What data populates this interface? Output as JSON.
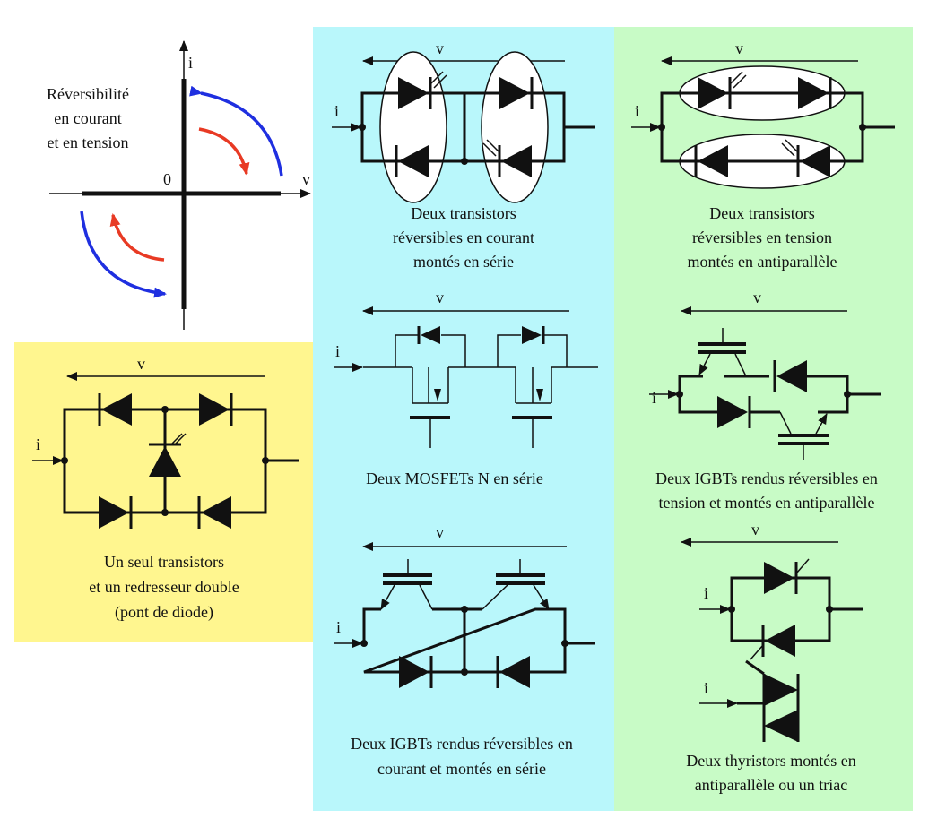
{
  "colors": {
    "yellow_panel": "#fff68f",
    "cyan_panel": "#b9f7fb",
    "green_panel": "#c8fbc6",
    "red_arrow": "#e83a24",
    "blue_arrow": "#1f2fe0"
  },
  "quadrant": {
    "caption": [
      "Réversibilité",
      "en courant",
      "et en tension"
    ],
    "axis_i": "i",
    "axis_v": "v",
    "origin": "0"
  },
  "labels": {
    "v": "v",
    "i": "i"
  },
  "circuits": {
    "bridge": {
      "caption": [
        "Un seul transistors",
        "et un redresseur double",
        "(pont de diode)"
      ]
    },
    "series_current": {
      "caption": [
        "Deux transistors",
        "réversibles en courant",
        "montés en série"
      ]
    },
    "mosfet_series": {
      "caption": [
        "Deux MOSFETs N en série"
      ]
    },
    "igbt_series": {
      "caption": [
        "Deux IGBTs rendus réversibles en",
        "courant et montés en série"
      ]
    },
    "antiparallel_voltage": {
      "caption": [
        "Deux transistors",
        "réversibles en tension",
        "montés en antiparallèle"
      ]
    },
    "igbt_antiparallel": {
      "caption": [
        "Deux IGBTs rendus réversibles en",
        "tension et montés en antiparallèle"
      ]
    },
    "thyristor_triac": {
      "caption": [
        "Deux thyristors montés en",
        "antiparallèle ou un triac"
      ]
    }
  }
}
